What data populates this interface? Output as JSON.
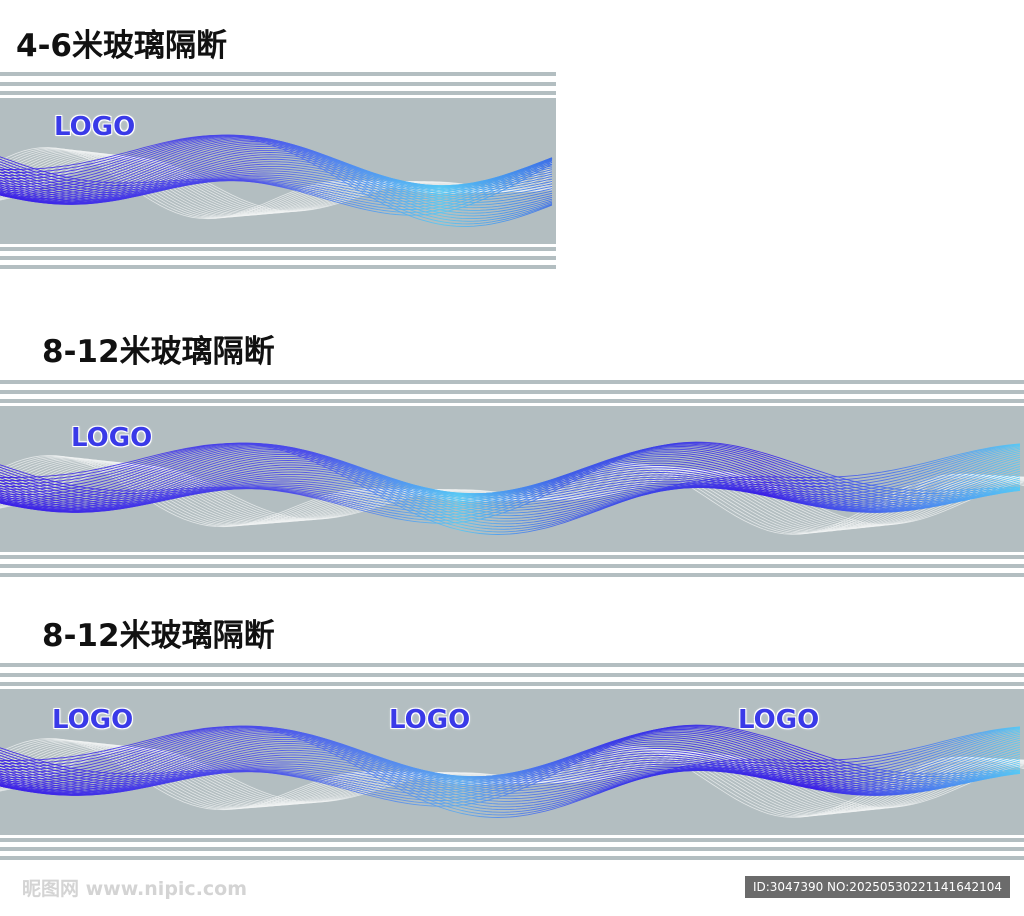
{
  "sections": [
    {
      "title": "4-6米玻璃隔断",
      "logos": [
        "LOGO"
      ]
    },
    {
      "title": "8-12米玻璃隔断",
      "logos": [
        "LOGO"
      ]
    },
    {
      "title": "8-12米玻璃隔断",
      "logos": [
        "LOGO",
        "LOGO",
        "LOGO"
      ]
    }
  ],
  "watermark": {
    "site": "昵图网 www.nipic.com",
    "id": "ID:3047390 NO:20250530221141642104"
  },
  "colors": {
    "band": "#b3bec1",
    "stripe": "#b3bec1",
    "wave_dark": "#3a1fe6",
    "wave_light": "#56c8f5",
    "wave_white": "#f0f2f3",
    "logo": "#3a3ae8"
  }
}
